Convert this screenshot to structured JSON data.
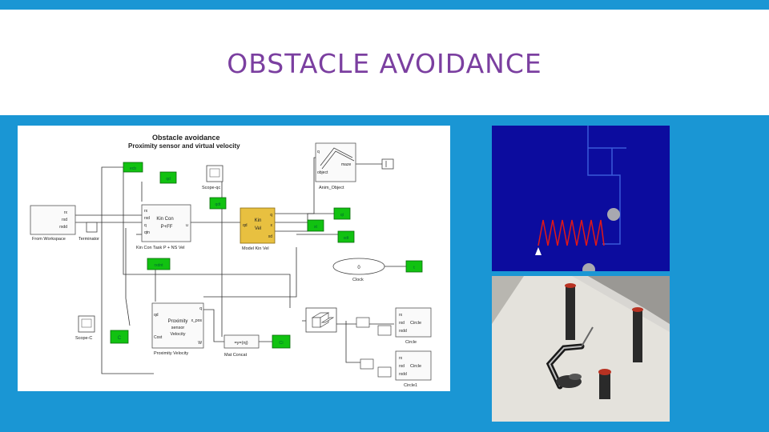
{
  "slide": {
    "title": "OBSTACLE AVOIDANCE"
  },
  "diagram": {
    "title": "Obstacle avoidance",
    "subtitle": "Proximity sensor and virtual velocity",
    "blocks": {
      "from_workspace": {
        "label": "From Workspace",
        "ports": [
          "rx",
          "rxd",
          "rxdd"
        ]
      },
      "terminator": {
        "label": "Terminator"
      },
      "kin_con": {
        "label": "Kin Con Task P + NS Vel",
        "inner": "Kin Con\nP+FF",
        "ports": [
          "rx",
          "rxd",
          "q",
          "qtn"
        ],
        "out_port": "u"
      },
      "goto_ecb": {
        "label": "ecb"
      },
      "goto_qd_top": {
        "label": "qd"
      },
      "scope_qc": {
        "label": "Scope-qc"
      },
      "goto_qdt": {
        "label": "qdt"
      },
      "model_kin_vel": {
        "label": "Model Kin Vel",
        "inner": "Kin\nVel",
        "ports_in": [
          "qd"
        ],
        "ports_out": [
          "q",
          "x",
          "xd"
        ]
      },
      "goto_q": {
        "label": "qt"
      },
      "goto_x": {
        "label": "xt"
      },
      "goto_xd": {
        "label": "xdt"
      },
      "anim_object": {
        "label": "Anim_Object",
        "ports": [
          "q",
          "object"
        ],
        "out": "maze"
      },
      "terminator2": {
        "label": ""
      },
      "clock": {
        "label": "Clock",
        "value": "0"
      },
      "goto_t": {
        "label": "t"
      },
      "goto_rxdn": {
        "label": "rxdnt"
      },
      "prox_vel": {
        "label": "Proximity Velocity",
        "inner": "Proximity\nsensor\nVelocity",
        "ports_in": [
          "qd",
          "Cost"
        ],
        "ports_out": [
          "q",
          "x_pos",
          "W"
        ]
      },
      "scope_c": {
        "label": "Scope-C"
      },
      "const_c": {
        "label": "C"
      },
      "mat_conc": {
        "label": "Mat Concat",
        "inner": "=y=(nj)"
      },
      "goto_ci": {
        "label": "Ci"
      },
      "circle": {
        "label": "Circle",
        "ports": [
          "rx",
          "rxd",
          "rxdd"
        ]
      },
      "circle1": {
        "label": "Circle1",
        "ports": [
          "rx",
          "rxd",
          "rxdd"
        ]
      }
    }
  },
  "colors": {
    "accent_blue": "#1a96d4",
    "title_purple": "#7b3fa0",
    "goto_green": "#11c211",
    "kin_yellow": "#e8c040",
    "sim_bg": "#0c0c9e",
    "spring_red": "#e01818"
  }
}
